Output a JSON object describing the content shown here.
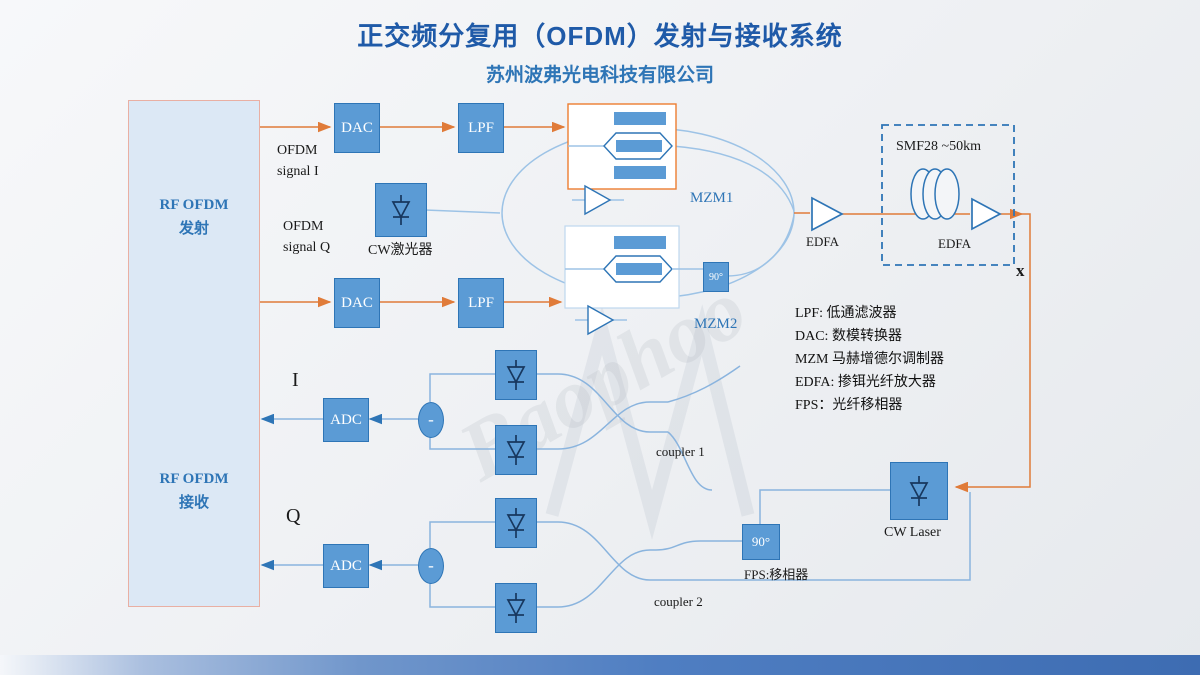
{
  "header": {
    "title": "正交频分复用（OFDM）发射与接收系统",
    "subtitle": "苏州波弗光电科技有限公司"
  },
  "transmitter": {
    "block_label": {
      "line1": "RF OFDM",
      "line2": "发射"
    },
    "signal_i": {
      "line1": "OFDM",
      "line2": "signal I"
    },
    "signal_q": {
      "line1": "OFDM",
      "line2": "signal Q"
    },
    "dac_i": "DAC",
    "lpf_i": "LPF",
    "dac_q": "DAC",
    "lpf_q": "LPF",
    "cw_laser_label": "CW激光器",
    "mzm1_label": "MZM1",
    "mzm2_label": "MZM2",
    "phase_90": "90°",
    "edfa_1": "EDFA",
    "edfa_2": "EDFA",
    "fiber_label": "SMF28 ~50km",
    "multiply_label": "x"
  },
  "legend": {
    "lines": [
      "LPF: 低通滤波器",
      "DAC: 数模转换器",
      "MZM 马赫增德尔调制器",
      "EDFA: 掺铒光纤放大器",
      "FPS：光纤移相器"
    ]
  },
  "receiver": {
    "block_label": {
      "line1": "RF OFDM",
      "line2": "接收"
    },
    "i_label": "I",
    "q_label": "Q",
    "adc_i": "ADC",
    "adc_q": "ADC",
    "minus_i": "-",
    "minus_q": "-",
    "coupler1_label": "coupler 1",
    "coupler2_label": "coupler 2",
    "phase_90": "90°",
    "fps_label": "FPS:移相器",
    "cw_laser_label": "CW Laser"
  },
  "watermark": "Baophoo",
  "colors": {
    "title_blue": "#1F5AA8",
    "label_blue": "#2E75B6",
    "box_blue": "#5B9BD5",
    "line_orange": "#E07B39",
    "line_light_blue": "#9DC3E6",
    "panel_fill": "#DCE8F5",
    "footer_blue": "#4472C4"
  }
}
